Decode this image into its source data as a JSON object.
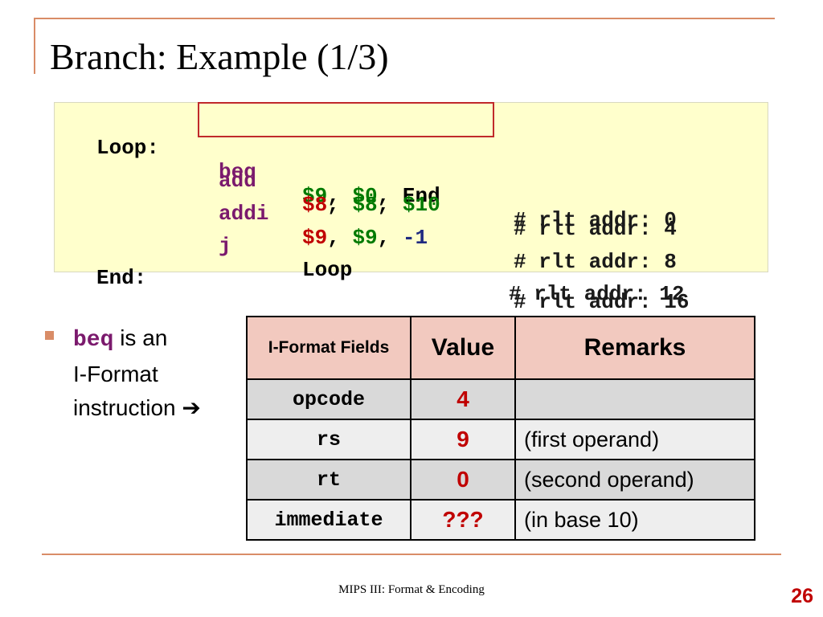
{
  "title": "Branch: Example (1/3)",
  "code": {
    "line1": {
      "label": "Loop:",
      "op": "beq",
      "arg1": "$9",
      "sep1": ", ",
      "arg2": "$0",
      "sep2": ", ",
      "arg3": "End",
      "comment": "# rlt addr: 0"
    },
    "line2": {
      "op": "add",
      "arg1": "$8",
      "sep1": ", ",
      "arg2": "$8",
      "sep2": ", ",
      "arg3": "$10",
      "comment": "# rlt addr: 4"
    },
    "line3": {
      "op": "addi",
      "arg1": "$9",
      "sep1": ", ",
      "arg2": "$9",
      "sep2": ", ",
      "arg3": "-1",
      "comment": "# rlt addr: 8"
    },
    "line4": {
      "op": "j",
      "arg1": "Loop",
      "comment": "# rlt addr: 12"
    },
    "line5": {
      "label": "End:",
      "comment": "# rlt addr: 16"
    }
  },
  "bullet": {
    "keyword": "beq",
    "text1": " is an",
    "text2": "I-Format",
    "text3": "instruction ",
    "arrow": "➔"
  },
  "table": {
    "headers": {
      "fields": "I-Format Fields",
      "value": "Value",
      "remarks": "Remarks"
    },
    "rows": [
      {
        "field": "opcode",
        "value": "4",
        "remark": ""
      },
      {
        "field": "rs",
        "value": "9",
        "remark": "(first operand)"
      },
      {
        "field": "rt",
        "value": "0",
        "remark": "(second operand)"
      },
      {
        "field": "immediate",
        "value": "???",
        "remark": "(in base 10)"
      }
    ]
  },
  "footer": "MIPS III: Format & Encoding",
  "page_number": "26",
  "colors": {
    "accent": "#d98c67",
    "keyword": "#7b1a6d",
    "red": "#c00000",
    "green": "#007a00",
    "header_bg": "#f2c9bf"
  }
}
